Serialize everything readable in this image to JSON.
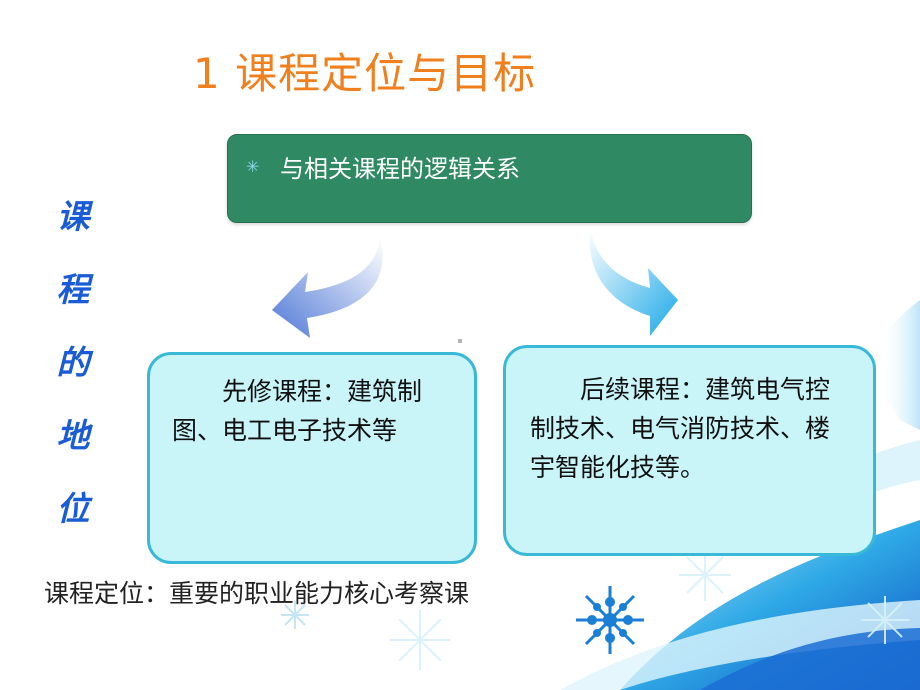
{
  "slide": {
    "title": "1 课程定位与目标",
    "side_label_chars": [
      "课",
      "程",
      "的",
      "地",
      "位"
    ],
    "header_box": {
      "bullet": "✳",
      "text": "与相关课程的逻辑关系"
    },
    "prerequisite_box": {
      "text": "先修课程：建筑制图、电工电子技术等"
    },
    "follow_up_box": {
      "text": "后续课程：建筑电气控制技术、电气消防技术、楼宇智能化技等。"
    },
    "positioning_text": "课程定位：重要的职业能力核心考察课"
  },
  "colors": {
    "title": "#f07f1e",
    "side_label": "#1a5cd6",
    "header_box": "#2f8a63",
    "card_fill": "#c9f4f8",
    "card_border": "#3ab8d8",
    "arrow_left": "#5b82d8",
    "arrow_right": "#2ab6e6"
  },
  "icons": {
    "left_arrow": "curved-arrow-down-left-icon",
    "right_arrow": "curved-arrow-down-right-icon",
    "bullet": "asterisk-bullet-icon"
  }
}
